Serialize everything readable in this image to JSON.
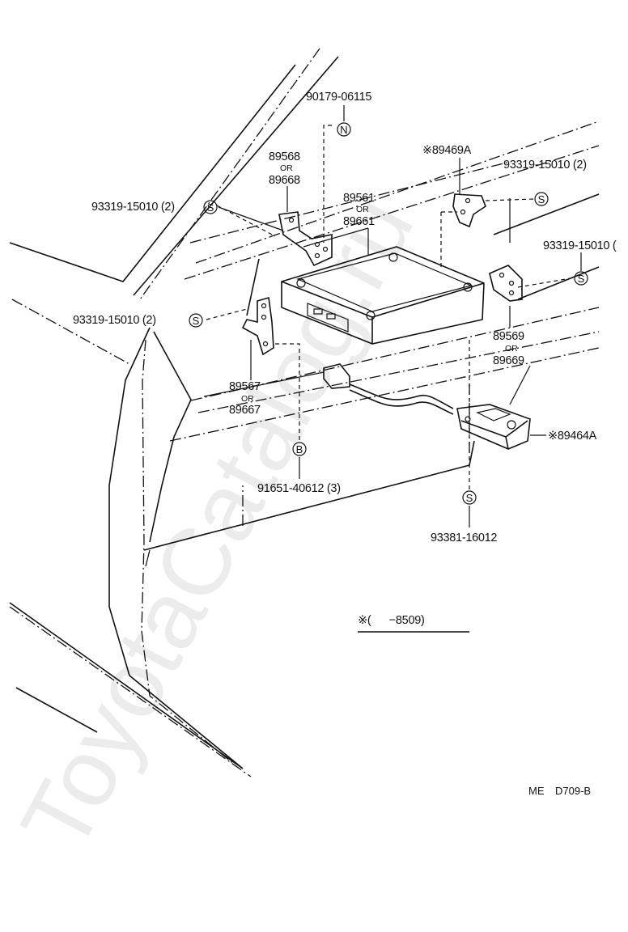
{
  "diagram": {
    "watermark": "ToyotaCatalog.ru",
    "parts": {
      "nut_90179": "90179-06115",
      "bracket_top_a": "89568",
      "bracket_top_or": "OR",
      "bracket_top_b": "89668",
      "ecu_a": "89561",
      "ecu_or": "OR",
      "ecu_b": "89661",
      "sensor_bracket": "※89469A",
      "screw_top_right": "93319-15010 (2)",
      "screw_right": "93319-15010 (",
      "screw_left_top": "93319-15010 (2)",
      "screw_left_mid": "93319-15010 (2)",
      "bracket_left_a": "89567",
      "bracket_left_or": "OR",
      "bracket_left_b": "89667",
      "bracket_right_a": "89569",
      "bracket_right_or": "OR",
      "bracket_right_b": "89669",
      "sensor": "※89464A",
      "bolt_91651": "91651-40612 (3)",
      "screw_93381": "93381-16012"
    },
    "note": "※(      −8509)",
    "ref_prefix": "ME",
    "ref_code": "D709-B",
    "symbols": {
      "screw": "S",
      "bolt": "B",
      "nut": "N"
    }
  }
}
